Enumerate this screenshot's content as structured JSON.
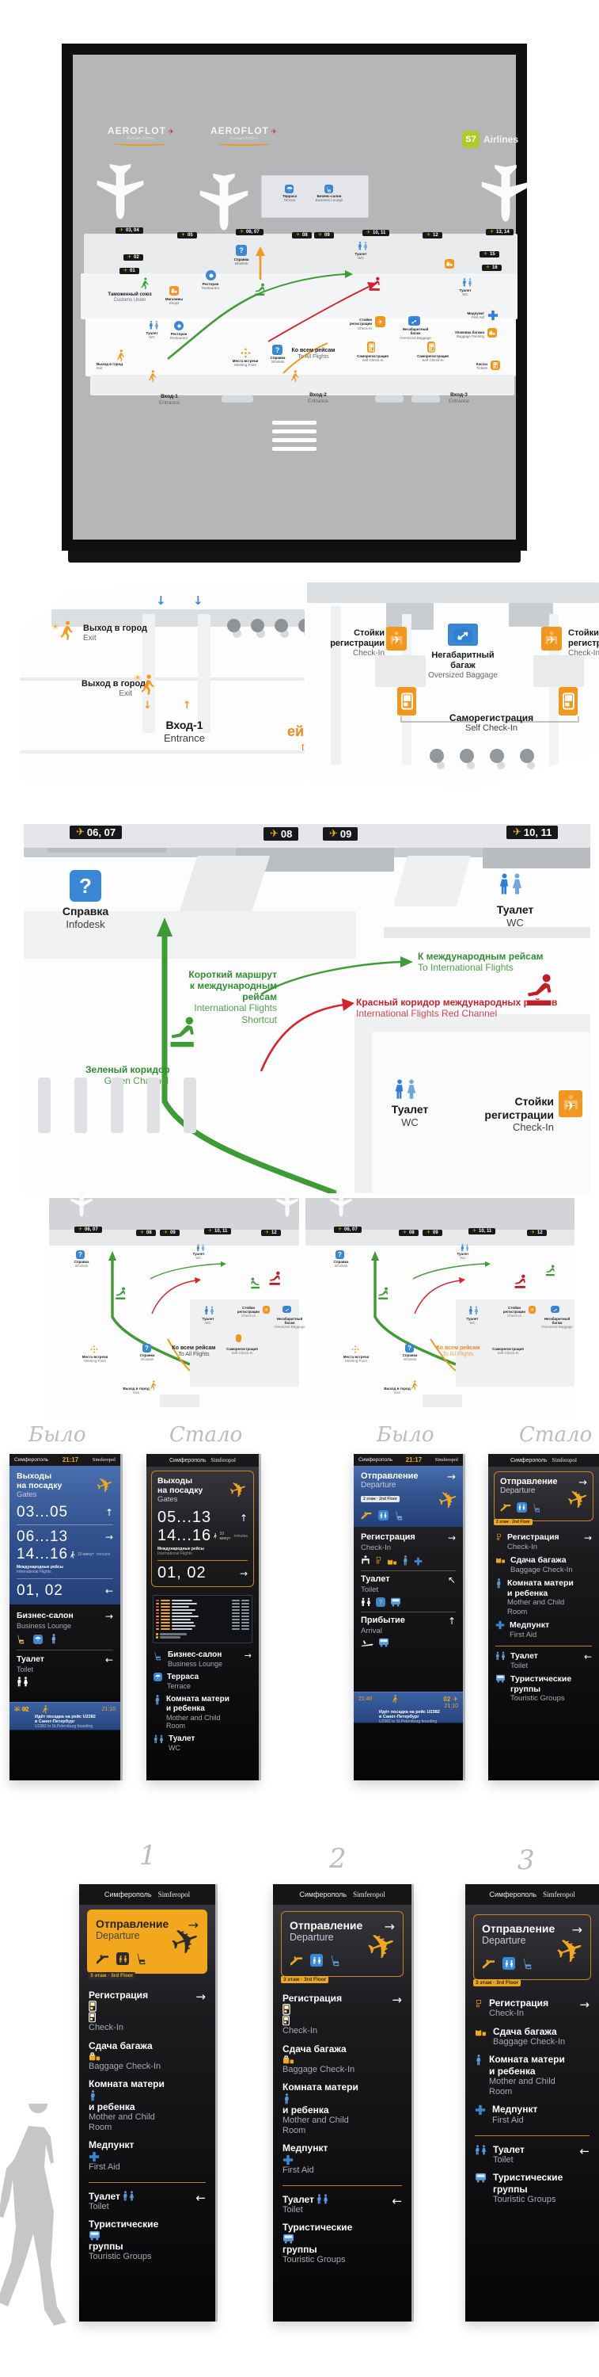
{
  "logos": {
    "aeroflot": "AEROFLOT",
    "aeroflot_sub": "Russian Airlines",
    "s7": "S7",
    "s7_name": "Airlines"
  },
  "map": {
    "customs_ru": "Таможенный союз",
    "customs_en": "Customs Union",
    "infodesk_ru": "Справка",
    "infodesk_en": "Infodesk",
    "q": "?",
    "wc_ru": "Туалет",
    "wc_en": "WC",
    "restaurant_ru": "Ресторан",
    "restaurant_en": "Restaurant",
    "shops_ru": "Магазины",
    "shops_en": "Shops",
    "terrace_ru": "Терраса",
    "terrace_en": "Terrace",
    "lounge_ru": "Бизнес-салон",
    "lounge_en": "Business Lounge",
    "checkin_ru1": "Стойки",
    "checkin_ru2": "регистрации",
    "checkin_en": "Check-In",
    "oversized_ru1": "Негабаритный",
    "oversized_ru2": "багаж",
    "oversized_en": "Oversized Baggage",
    "self_ru": "Саморегистрация",
    "self_en": "Self Check-In",
    "toall_ru": "Ко всем рейсам",
    "toall_en": "To All Flights",
    "toall_cut_ru": "ейсам",
    "toall_cut_en": "ts",
    "exit_ru": "Выход в город",
    "exit_en": "Exit",
    "entrance1_ru": "Вход-1",
    "entrance2_ru": "Вход-2",
    "entrance3_ru": "Вход-3",
    "entrance_en": "Entrance",
    "meeting_ru": "Места встречи",
    "meeting_en": "Meeting Point",
    "firstaid_ru": "Медпункт",
    "firstaid_en": "First Aid",
    "packing_ru": "Упаковка багажа",
    "packing_en": "Baggage Packing",
    "tickets_ru": "Кассы",
    "tickets_en": "Tickets",
    "green_ru": "Зеленый коридор",
    "green_en": "Green Channel",
    "shortcut_ru1": "Короткий маршрут",
    "shortcut_ru2": "к международным",
    "shortcut_ru3": "рейсам",
    "shortcut_en1": "International Flights",
    "shortcut_en2": "Shortcut",
    "tointl_ru": "К международным рейсам",
    "tointl_en": "To International Flights",
    "red_ru": "Красный коридор международных рейсов",
    "red_en": "International Flights Red Channel",
    "gates": {
      "g0304": "03, 04",
      "g05": "05",
      "g0607": "06, 07",
      "g08": "08",
      "g09": "09",
      "g1011": "10, 11",
      "g12": "12",
      "g1314": "13, 14",
      "g15": "15",
      "g16": "16",
      "g02": "02",
      "g01": "01"
    },
    "arrow_up": "↑",
    "arrow_down": "↓",
    "sun": "☀",
    "plane": "✈"
  },
  "signs": {
    "city_ru": "Симферополь",
    "city_en": "Simferopol",
    "time": "21:17",
    "gates_title_ru": "Выходы",
    "gates_title_ru2": "на посадку",
    "gates_title_en": "Gates",
    "row_old1": "03...05",
    "row_old2": "06...13",
    "row_intl": "14...16",
    "row_new1": "05...13",
    "row_last": "01, 02",
    "walk_ru": "10 минут",
    "walk_en": "minutes",
    "intl_ru": "Международные рейсы",
    "intl_en": "International Flights",
    "dep_ru": "Отправление",
    "dep_en": "Departure",
    "arr_ru": "Прибытие",
    "arr_en": "Arrival",
    "floor2_ru": "2 этаж",
    "floor2_en": "2nd Floor",
    "floor3_ru": "3 этаж",
    "floor3_en": "3rd Floor",
    "checkin_ru": "Регистрация",
    "checkin_en": "Check-In",
    "baggage_ru": "Сдача багажа",
    "baggage_en": "Baggage Check-In",
    "mother_ru1": "Комната матери",
    "mother_ru2": "и ребенка",
    "mother_en1": "Mother and Child",
    "mother_en2": "Room",
    "firstaid_ru": "Медпункт",
    "firstaid_en": "First Aid",
    "toilet_ru": "Туалет",
    "toilet_en": "Toilet",
    "wc_en": "WC",
    "groups_ru1": "Туристические",
    "groups_ru2": "группы",
    "groups_en": "Touristic Groups",
    "lounge_ru": "Бизнес-салон",
    "lounge_en": "Business Lounge",
    "terrace_ru": "Терраса",
    "terrace_en": "Terrace",
    "strip_gate": "02",
    "strip_t1": "21:40",
    "strip_t2": "21:10",
    "strip_ru1": "Идёт посадка на рейс U2382",
    "strip_ru2": "в Санкт-Петербург",
    "strip_en": "U2382 to St.Petersburg boarding",
    "ar_r": "→",
    "ar_l": "←",
    "ar_u": "↑",
    "ar_ul": "↖"
  },
  "comparison": {
    "captions": [
      "Было",
      "Стало",
      "Было",
      "Стало"
    ]
  },
  "variants": {
    "numbers": [
      "1",
      "2",
      "3"
    ]
  }
}
